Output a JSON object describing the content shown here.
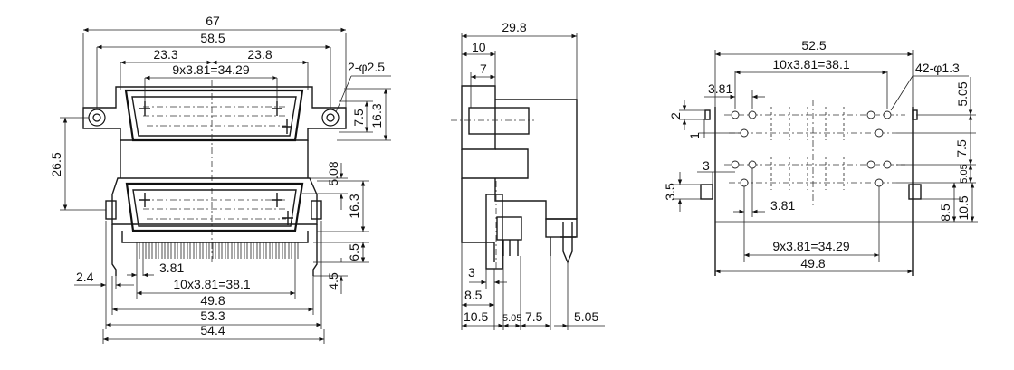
{
  "front_view": {
    "dims": {
      "overall_top": "67",
      "flange_holes": "58.5",
      "left_offset": "23.3",
      "right_offset": "23.8",
      "pitch_top": "9x3.81=34.29",
      "mount_hole": "2-φ2.5",
      "hole_half_height": "7.5",
      "upper_height": "16.3",
      "stack_height": "26.5",
      "lower_offset": "5.08",
      "lower_height": "16.3",
      "tail_length": "6.5",
      "foot_height": "4.5",
      "left_foot": "2.4",
      "pitch_bottom_unit": "3.81",
      "pitch_bottom": "10x3.81=38.1",
      "row_span": "49.8",
      "body_width": "53.3",
      "overall_bottom": "54.4"
    }
  },
  "side_view": {
    "dims": {
      "depth": "29.8",
      "flange_depth": "10",
      "shell_depth": "7",
      "bottom_3": "3",
      "bottom_85": "8.5",
      "bottom_105": "10.5",
      "bottom_505a": "5.05",
      "bottom_75": "7.5",
      "bottom_505b": "5.05"
    }
  },
  "footprint_view": {
    "dims": {
      "overall": "52.5",
      "pitch_top": "10x3.81=38.1",
      "hole_spec": "42-φ1.3",
      "pitch_unit_top": "3.81",
      "left_2": "2",
      "left_1": "1",
      "right_505": "5.05",
      "right_75": "7.5",
      "right_505_small": "5.05",
      "left_3": "3",
      "left_35": "3.5",
      "pitch_unit_bottom": "3.81",
      "right_85": "8.5",
      "right_105": "10.5",
      "pitch_bottom": "9x3.81=34.29",
      "row_span": "49.8"
    }
  }
}
